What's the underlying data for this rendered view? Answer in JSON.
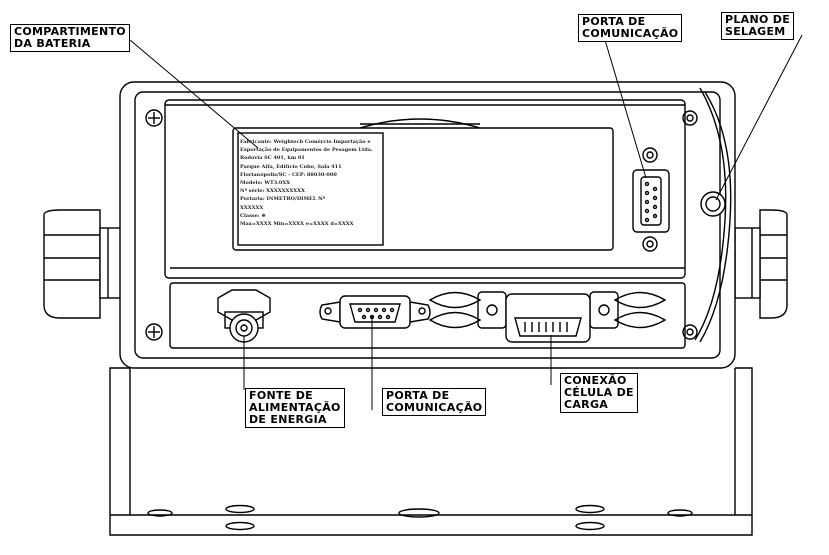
{
  "callouts": {
    "battery": [
      "COMPARTIMENTO",
      "DA BATERIA"
    ],
    "comm_top": [
      "PORTA DE",
      "COMUNICAÇÃO"
    ],
    "seal": [
      "PLANO DE",
      "SELAGEM"
    ],
    "power": [
      "FONTE DE",
      "ALIMENTAÇÃO",
      "DE ENERGIA"
    ],
    "comm_bottom": [
      "PORTA DE",
      "COMUNICAÇÃO"
    ],
    "load_cell": [
      "CONEXÃO",
      "CÉLULA DE",
      "CARGA"
    ]
  },
  "label_plate": {
    "lines": [
      "Fabricante: Weightech Comércio Importação e",
      "Exportação de Equipamentos de Pesagem Ltda.",
      "Rodovia SC 401, km 01",
      "Parque Alfa, Edifício Cubo, Sala 411",
      "Florianópolis/SC - CEP: 88030-000",
      "Modelo: WT3.0XX",
      "Nº série: XXXXXXXXXX",
      "Portaria:        INMETRO/DIMEL Nº",
      "XXXXXX",
      "Classe: ⊕",
      "Max=XXXX  Min=XXXX  e=XXXX  d=XXXX"
    ]
  }
}
